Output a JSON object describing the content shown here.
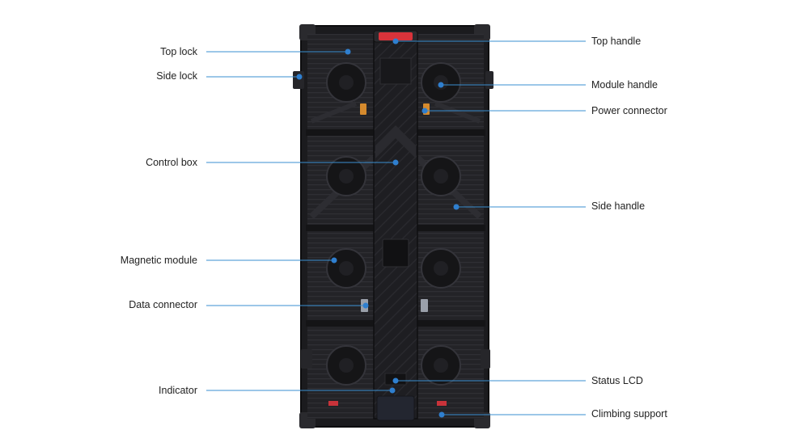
{
  "diagram": {
    "leader_color": "#3a8fd0",
    "dot_color": "#2f7fcf",
    "accent_red": "#d8333a",
    "panel_color": "#1d1d20",
    "left_labels": [
      {
        "id": "top-lock",
        "text": "Top lock"
      },
      {
        "id": "side-lock",
        "text": "Side lock"
      },
      {
        "id": "control-box",
        "text": "Control box"
      },
      {
        "id": "magnetic-module",
        "text": "Magnetic module"
      },
      {
        "id": "data-connector",
        "text": "Data connector"
      },
      {
        "id": "indicator",
        "text": "Indicator"
      }
    ],
    "right_labels": [
      {
        "id": "top-handle",
        "text": "Top handle"
      },
      {
        "id": "module-handle",
        "text": "Module handle"
      },
      {
        "id": "power-connector",
        "text": "Power connector"
      },
      {
        "id": "side-handle",
        "text": "Side handle"
      },
      {
        "id": "status-lcd",
        "text": "Status LCD"
      },
      {
        "id": "climbing-support",
        "text": "Climbing support"
      }
    ]
  }
}
